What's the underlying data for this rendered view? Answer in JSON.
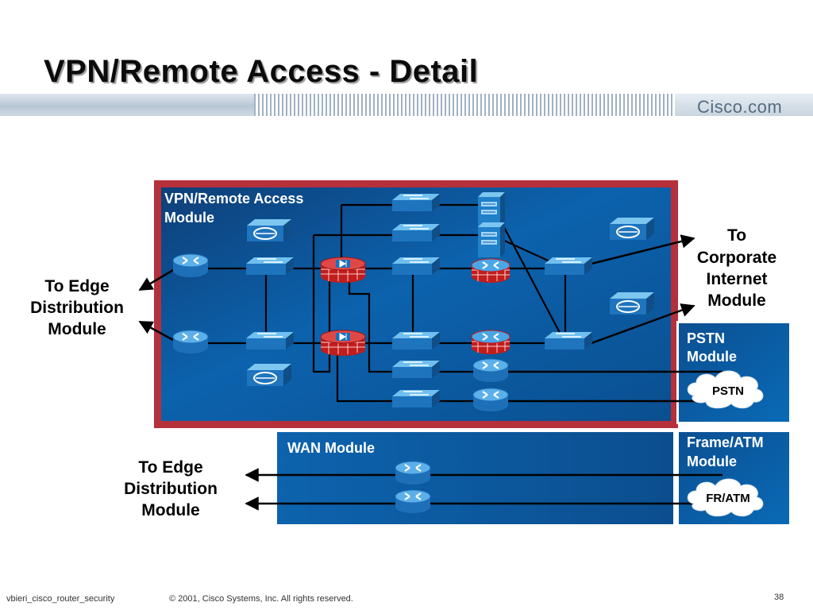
{
  "slide": {
    "title": "VPN/Remote Access - Detail",
    "brand": "Cisco.com",
    "footer_left": "vbieri_cisco_router_security",
    "footer_center": "© 2001, Cisco Systems, Inc. All rights reserved.",
    "page_number": "38"
  },
  "modules": {
    "vpn_line1": "VPN/Remote Access",
    "vpn_line2": "Module",
    "pstn_line1": "PSTN",
    "pstn_line2": "Module",
    "pstn_cloud": "PSTN",
    "frame_line1": "Frame/ATM",
    "frame_line2": "Module",
    "frame_cloud": "FR/ATM",
    "wan": "WAN Module"
  },
  "external_labels": {
    "edge_top": [
      "To Edge",
      "Distribution",
      "Module"
    ],
    "edge_bottom": [
      "To Edge",
      "Distribution",
      "Module"
    ],
    "corporate": [
      "To",
      "Corporate",
      "Internet",
      "Module"
    ]
  },
  "colors": {
    "module_blue": "#0a5ea8",
    "module_border_red": "#b5303b",
    "device_blue": "#2a8fd6",
    "firewall_red": "#d42a2a"
  },
  "icons": [
    "router-icon",
    "switch-icon",
    "firewall-icon",
    "pix-firewall-icon",
    "vpn-concentrator-icon",
    "server-icon",
    "cloud-icon"
  ]
}
